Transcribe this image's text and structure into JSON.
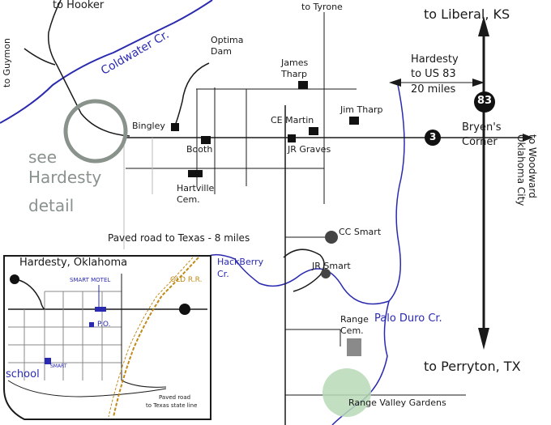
{
  "directions": {
    "to_hooker": "to Hooker",
    "to_guymon": "to Guymon",
    "to_tyrone": "to Tyrone",
    "to_liberal": "to Liberal, KS",
    "to_perryton": "to Perryton, TX",
    "to_woodward": "to Woodward",
    "to_oklahoma_city": "Oklahoma City"
  },
  "hardesty_to_us83": {
    "line1": "Hardesty",
    "line2": "to US 83",
    "line3": "20 miles"
  },
  "highways": {
    "us83": "83",
    "sh3": "3"
  },
  "creeks": {
    "coldwater": "Coldwater Cr.",
    "hackberry_line1": "HackBerry",
    "hackberry_line2": "Cr.",
    "palo_duro": "Palo Duro Cr."
  },
  "places": {
    "optima_line1": "Optima",
    "optima_line2": "Dam",
    "james_tharp_line1": "James",
    "james_tharp_line2": "Tharp",
    "bingley": "Bingley",
    "booth": "Booth",
    "ce_martin": "CE Martin",
    "jim_tharp": "Jim Tharp",
    "jr_graves": "JR Graves",
    "hartville_line1": "Hartville",
    "hartville_line2": "Cem.",
    "bryens_line1": "Bryen's",
    "bryens_line2": "Corner",
    "cc_smart": "CC Smart",
    "jr_smart": "JR Smart",
    "range_cem_line1": "Range",
    "range_cem_line2": "Cem.",
    "range_valley": "Range Valley Gardens"
  },
  "see_detail": {
    "line1": "see",
    "line2": "Hardesty",
    "line3": "detail"
  },
  "paved_road": "Paved road to Texas - 8 miles",
  "inset": {
    "title": "Hardesty, Oklahoma",
    "smart_motel": "SMART MOTEL",
    "old_rr": "OLD R.R.",
    "po": "P.O.",
    "school": "school",
    "smart": "SMART",
    "paved_line1": "Paved road",
    "paved_line2": "to Texas state line"
  },
  "colors": {
    "road": "#1a1a1a",
    "creek": "#2a2ab0",
    "detail_circle": "#8a928c",
    "rail": "#c08a18",
    "gardens": "#b9d9b7",
    "cemetery": "#8a8a8a"
  }
}
